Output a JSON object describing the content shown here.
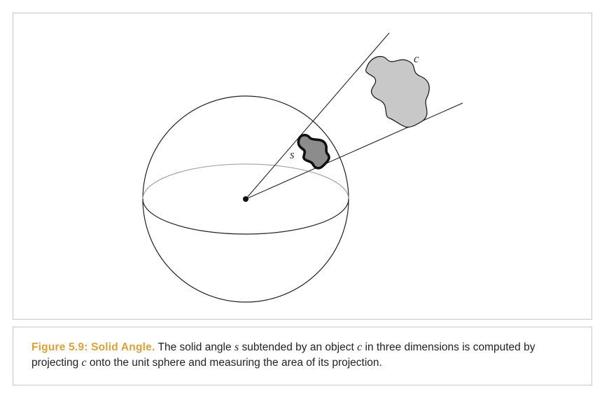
{
  "diagram": {
    "object_label": "c",
    "projection_label": "s"
  },
  "caption": {
    "figure_label": "Figure 5.9: Solid Angle.",
    "text_1": " The solid angle ",
    "var_s": "s",
    "text_2": " subtended by an object ",
    "var_c": "c",
    "text_3": " in three dimensions is computed by projecting ",
    "var_c2": "c",
    "text_4": " onto the unit sphere and measuring the area of its projection."
  },
  "colors": {
    "accent": "#d9a23a",
    "object_fill": "#c8c8c8",
    "projection_fill": "#8c8c8c",
    "equator_back": "#9a9a9a",
    "line": "#222222"
  }
}
